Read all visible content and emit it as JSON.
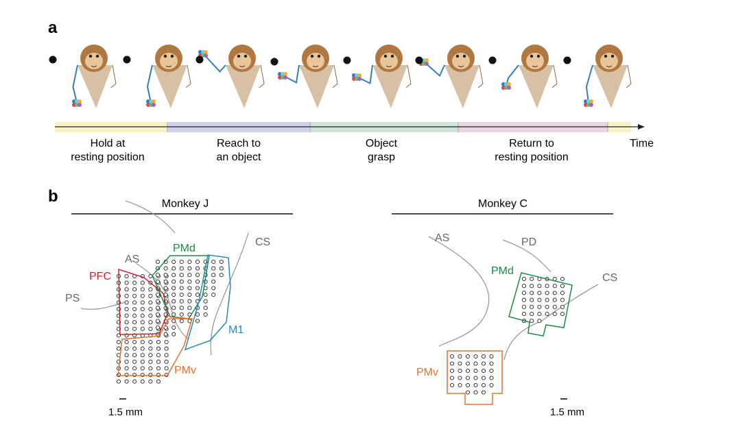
{
  "panel_a": {
    "label": "a",
    "phases": [
      {
        "line1": "Hold at",
        "line2": "resting position",
        "color": "#f7f2c2"
      },
      {
        "line1": "Reach to",
        "line2": "an object",
        "color": "#cfd0ea"
      },
      {
        "line1": "Object",
        "line2": "grasp",
        "color": "#cfe4d8"
      },
      {
        "line1": "Return to",
        "line2": "resting position",
        "color": "#ecd3e2"
      }
    ],
    "tail_color": "#f7f2c2",
    "time_label": "Time"
  },
  "panel_b": {
    "label": "b",
    "monkey_j": {
      "title": "Monkey J",
      "labels": {
        "ps": "PS",
        "as": "AS",
        "pfc": "PFC",
        "pmd": "PMd",
        "cs": "CS",
        "m1": "M1",
        "pmv": "PMv"
      },
      "scale": "1.5 mm"
    },
    "monkey_c": {
      "title": "Monkey C",
      "labels": {
        "as": "AS",
        "pd": "PD",
        "pmd": "PMd",
        "cs": "CS",
        "pmv": "PMv"
      },
      "scale": "1.5 mm"
    }
  },
  "colors": {
    "pfc": "#d0202e",
    "pmd": "#1a8a44",
    "m1": "#2a86c0",
    "pmv": "#e8702a",
    "sulcus": "#9a9a9a",
    "arm": "#2d7fc4",
    "monkey_face": "#b07840",
    "monkey_body": "#d8c0a4"
  }
}
